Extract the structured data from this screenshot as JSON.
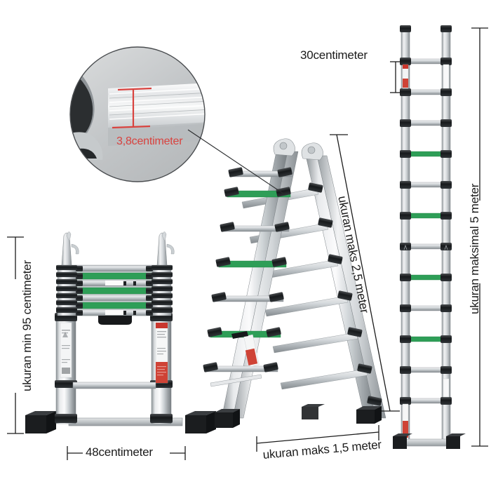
{
  "page": {
    "background": "#ffffff",
    "text_color": "#1b1b1b",
    "accent_red": "#d9433f",
    "rung_green": "#2e9e57",
    "metal_light": "#e9ebec",
    "metal_mid": "#b9bec2",
    "metal_dark": "#6f757a",
    "collar_black": "#1d1f21"
  },
  "labels": {
    "detail_thickness": "3,8centimeter",
    "rung_spacing": "30centimeter",
    "max_extended": "ukuran maksimal 5 meter",
    "aframe_height": "ukuran maks 2,5 meter",
    "aframe_base": "ukuran maks 1,5 meter",
    "folded_height": "ukuran min 95 centimeter",
    "folded_width": "48centimeter"
  },
  "figures": {
    "detail_circle": "magnified-rung-cross-section",
    "folded_ladder": "telescopic-ladder-collapsed",
    "aframe_ladder": "telescopic-ladder-a-frame",
    "extended_ladder": "telescopic-ladder-extended"
  },
  "measurements": [
    {
      "name": "detail-thickness",
      "value": "3,8centimeter",
      "orientation": "vertical-bracket"
    },
    {
      "name": "rung-spacing",
      "value": "30centimeter",
      "orientation": "vertical-bracket"
    },
    {
      "name": "extended-height",
      "value": "ukuran maksimal 5 meter",
      "orientation": "vertical"
    },
    {
      "name": "aframe-height",
      "value": "ukuran maks 2,5 meter",
      "orientation": "diagonal"
    },
    {
      "name": "aframe-base",
      "value": "ukuran maks 1,5 meter",
      "orientation": "horizontal"
    },
    {
      "name": "folded-height",
      "value": "ukuran min 95 centimeter",
      "orientation": "vertical"
    },
    {
      "name": "folded-width",
      "value": "48centimeter",
      "orientation": "horizontal"
    }
  ]
}
